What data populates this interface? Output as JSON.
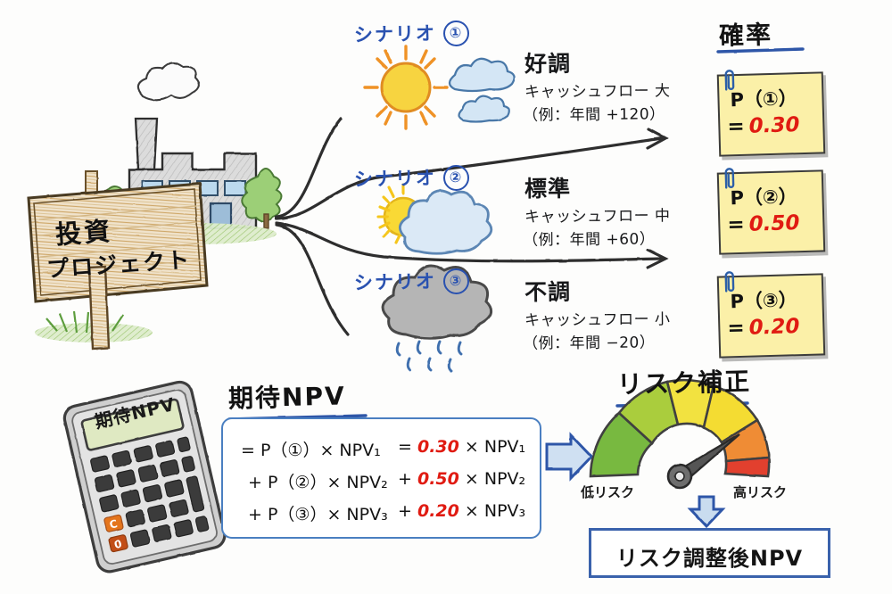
{
  "meta": {
    "accent_blue": "#2a52b0",
    "accent_red": "#e01b12",
    "note_yellow": "#fbf0a8",
    "ink": "#1d1d1d"
  },
  "source": {
    "sign_line1": "投資",
    "sign_line2": "プロジェクト",
    "factory_icon": "factory-icon",
    "tree_icon": "tree-icon"
  },
  "probability_header": {
    "title": "確率"
  },
  "scenarios": [
    {
      "label": "シナリオ",
      "number": "①",
      "weather_icon": "sun-with-clouds-icon",
      "title": "好調",
      "cashflow": "キャッシュフロー 大",
      "example": "（例：年間 +120）",
      "prob_name": "P（①）",
      "prob_eq": "=",
      "prob_value": "0.30"
    },
    {
      "label": "シナリオ",
      "number": "②",
      "weather_icon": "sun-behind-cloud-icon",
      "title": "標準",
      "cashflow": "キャッシュフロー 中",
      "example": "（例：年間 +60）",
      "prob_name": "P（②）",
      "prob_eq": "=",
      "prob_value": "0.50"
    },
    {
      "label": "シナリオ",
      "number": "③",
      "weather_icon": "rain-cloud-icon",
      "title": "不調",
      "cashflow": "キャッシュフロー 小",
      "example": "（例：年間 −20）",
      "prob_name": "P（③）",
      "prob_eq": "=",
      "prob_value": "0.20"
    }
  ],
  "expected_npv": {
    "title": "期待NPV",
    "calculator_display": "期待NPV",
    "calculator_icon": "calculator-icon",
    "clear_key": "C",
    "zero_key": "0",
    "formula_symbolic": [
      "= P（①）× NPV₁",
      "+ P（②）× NPV₂",
      "+ P（③）× NPV₃"
    ],
    "formula_numeric": [
      {
        "op": "=",
        "value": "0.30",
        "term": "× NPV₁"
      },
      {
        "op": "+",
        "value": "0.50",
        "term": "× NPV₂"
      },
      {
        "op": "+",
        "value": "0.20",
        "term": "× NPV₃"
      }
    ]
  },
  "risk": {
    "title": "リスク補正",
    "gauge_icon": "risk-gauge-icon",
    "low_label": "低リスク",
    "high_label": "高リスク",
    "arrow_in_icon": "arrow-right-icon",
    "arrow_down_icon": "arrow-down-icon",
    "result": "リスク調整後NPV",
    "segment_colors": [
      "#7cb342",
      "#aed136",
      "#f5e03a",
      "#f7d92e",
      "#f08a32",
      "#e03c2e"
    ]
  }
}
